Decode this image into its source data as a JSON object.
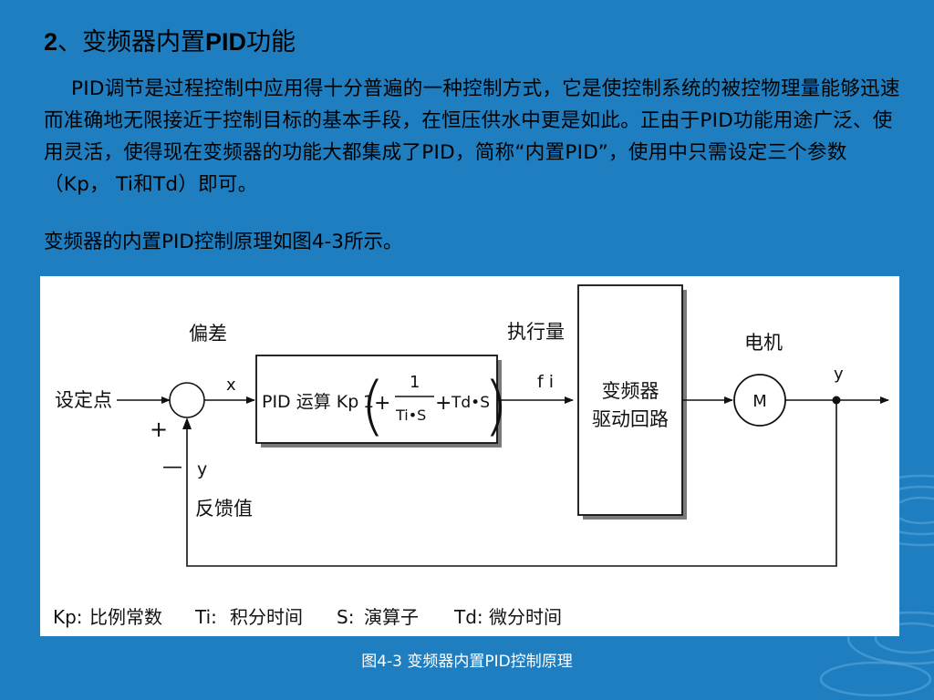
{
  "slide": {
    "heading_num": "2",
    "heading_sep": "、变频器内置",
    "heading_pid": "PID",
    "heading_tail": "功能",
    "paragraph": "PID调节是过程控制中应用得十分普遍的一种控制方式，它是使控制系统的被控物理量能够迅速而准确地无限接近于控制目标的基本手段，在恒压供水中更是如此。正由于PID功能用途广泛、使用灵活，使得现在变频器的功能大都集成了PID，简称“内置PID”，使用中只需设定三个参数（Kp， Ti和Td）即可。",
    "intro": "变频器的内置PID控制原理如图4-3所示。",
    "caption": "图4-3 变频器内置PID控制原理"
  },
  "diagram": {
    "setpoint": "设定点",
    "deviation": "偏差",
    "x": "x",
    "plus": "+",
    "minus": "—",
    "y_fb": "y",
    "feedback": "反馈值",
    "pid_label": "PID 运算 Kp",
    "one": "1",
    "num": "1",
    "den": "Ti•S",
    "td": "Td•S",
    "actuator": "执行量",
    "fi": "f i",
    "inverter_line1": "变频器",
    "inverter_line2": "驱动回路",
    "motor_label": "电机",
    "motor_m": "M",
    "y_out": "y",
    "legend": [
      {
        "key": "Kp:",
        "text": "比例常数"
      },
      {
        "key": "Ti:",
        "text": "积分时间"
      },
      {
        "key": "S:",
        "text": "演算子"
      },
      {
        "key": "Td:",
        "text": "微分时间"
      }
    ]
  },
  "colors": {
    "background": "#1e7ec0",
    "text": "#000000",
    "caption": "#ffffff",
    "figure_bg": "#ffffff"
  }
}
